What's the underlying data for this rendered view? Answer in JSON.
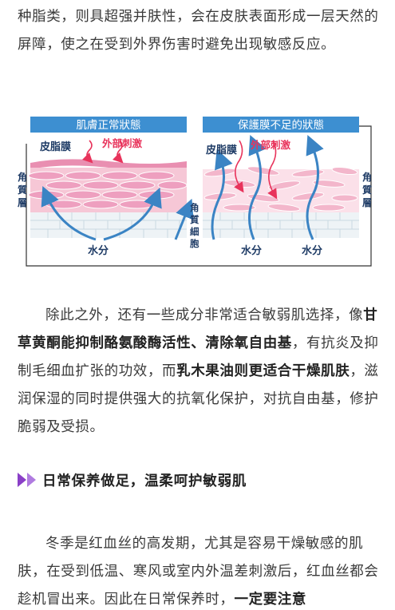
{
  "para1": "种脂类，则具超强并肤性，会在皮肤表面形成一层天然的屏障，使之在受到外界伤害时避免出现敏感反应。",
  "diagram": {
    "left_header": "肌膚正常狀態",
    "right_header": "保護膜不足的狀態",
    "sebum_label_left": "皮脂膜",
    "stimulus_label_left": "外部刺激",
    "sebum_label_right": "皮脂膜",
    "stimulus_label_right": "外部刺激",
    "stratum_left": [
      "角",
      "質",
      "層"
    ],
    "stratum_right": [
      "角",
      "質",
      "層"
    ],
    "cell_label": [
      "角",
      "質",
      "細",
      "胞"
    ],
    "water_left": "水分",
    "water_mid": "水分",
    "water_right": "水分",
    "colors": {
      "header_bg": "#3d8fd1",
      "skin_pink": "#f4b2c8",
      "skin_dark": "#e07fa3",
      "arrow_blue": "#3b84c4",
      "label_red": "#e8335b"
    }
  },
  "para2": {
    "t1": "除此之外，还有一些成分非常适合敏弱肌选择，像",
    "b1": "甘草黄酮能抑制酪氨酸酶活性、清除氧自由基",
    "t2": "，有抗炎及抑制毛细血扩张的功效，而",
    "b2": "乳木果油则更适合干燥肌肤",
    "t3": "，滋润保湿的同时提供强大的抗氧化保护，对抗自由基，修护脆弱及受损。"
  },
  "section": {
    "title": "日常保养做足，温柔呵护敏弱肌",
    "accent": "#8a3fc7"
  },
  "para3": {
    "t1": "冬季是红血丝的高发期，尤其是容易干燥敏感的肌肤，在受到低温、寒风或室内外温差刺激后，红血丝都会趁机冒出来。因此在日常保养时，",
    "b1": "一定要注意"
  }
}
